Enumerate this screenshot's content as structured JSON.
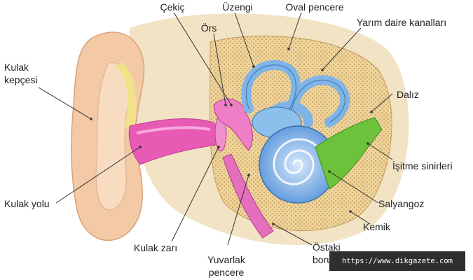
{
  "labels": {
    "cekic": "Çekiç",
    "uzengi": "Üzengi",
    "oval_pencere": "Oval pencere",
    "ors": "Örs",
    "yarim_daire": "Yarım daire kanalları",
    "kulak_kepcesi_1": "Kulak",
    "kulak_kepcesi_2": "kepçesi",
    "daliz": "Dalız",
    "isitme_sinirleri": "İşitme sinirleri",
    "kulak_yolu": "Kulak yolu",
    "salyangoz": "Salyangoz",
    "kemik": "Kemik",
    "kulak_zari": "Kulak zarı",
    "yuvarlak_1": "Yuvarlak",
    "yuvarlak_2": "pencere",
    "ostaki_1": "Östaki",
    "ostaki_2": "borusu"
  },
  "watermark": "https://www.dikgazete.com",
  "colors": {
    "outer_ear": "#f3c9a6",
    "ear_canal": "#e85bb5",
    "bone": "#efd49a",
    "semicircular": "#7fb4e6",
    "cochlea": "#6aa2e0",
    "nerve": "#6cc23a",
    "leader": "#333333"
  }
}
